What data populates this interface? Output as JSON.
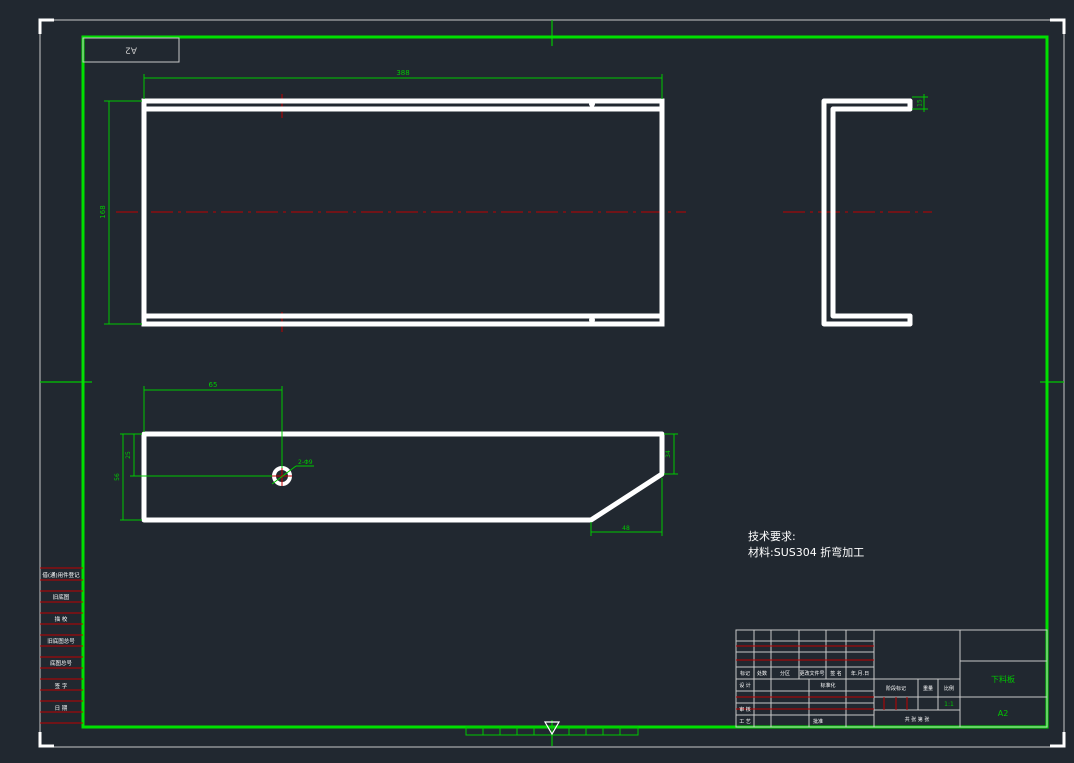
{
  "colors": {
    "background": "#212830",
    "frame": "#00e000",
    "part_line": "#ffffff",
    "centerline": "#c00000",
    "dimension": "#00c800",
    "border": "#c8c8c8",
    "table_red": "#c00000",
    "table_text": "#ffffff"
  },
  "drawing": {
    "sheet_code_rotated": "A2",
    "sheet_size": "A2",
    "part_name": "下料板",
    "scale_value": "1:1"
  },
  "dimensions": {
    "top_view_length": "388",
    "top_view_height": "168",
    "side_view_flange": "15",
    "front_view_hole_offset": "65",
    "front_view_left_small": "25",
    "front_view_left_total": "56",
    "front_view_right": "34",
    "front_view_bottom": "48",
    "hole_callout": "2-Φ9"
  },
  "notes": {
    "heading": "技术要求:",
    "material": "材料:SUS304 折弯加工"
  },
  "left_table": {
    "rows": [
      "借(通)用件登记",
      "旧底图",
      "描 校",
      "旧底图总号",
      "底图总号",
      "签 字",
      "日 期"
    ]
  },
  "title_block": {
    "header_labels": [
      "标记",
      "处数",
      "分区",
      "更改文件号",
      "签 名",
      "年.月.日"
    ],
    "design_label": "设 计",
    "standard_label": "标准化",
    "approve_label": "审 核",
    "process_label": "工 艺",
    "approval_label": "批准",
    "stage_label": "阶段标记",
    "weight_label": "重量",
    "scale_label": "比例",
    "sheet_label": "共  张  第  张"
  }
}
